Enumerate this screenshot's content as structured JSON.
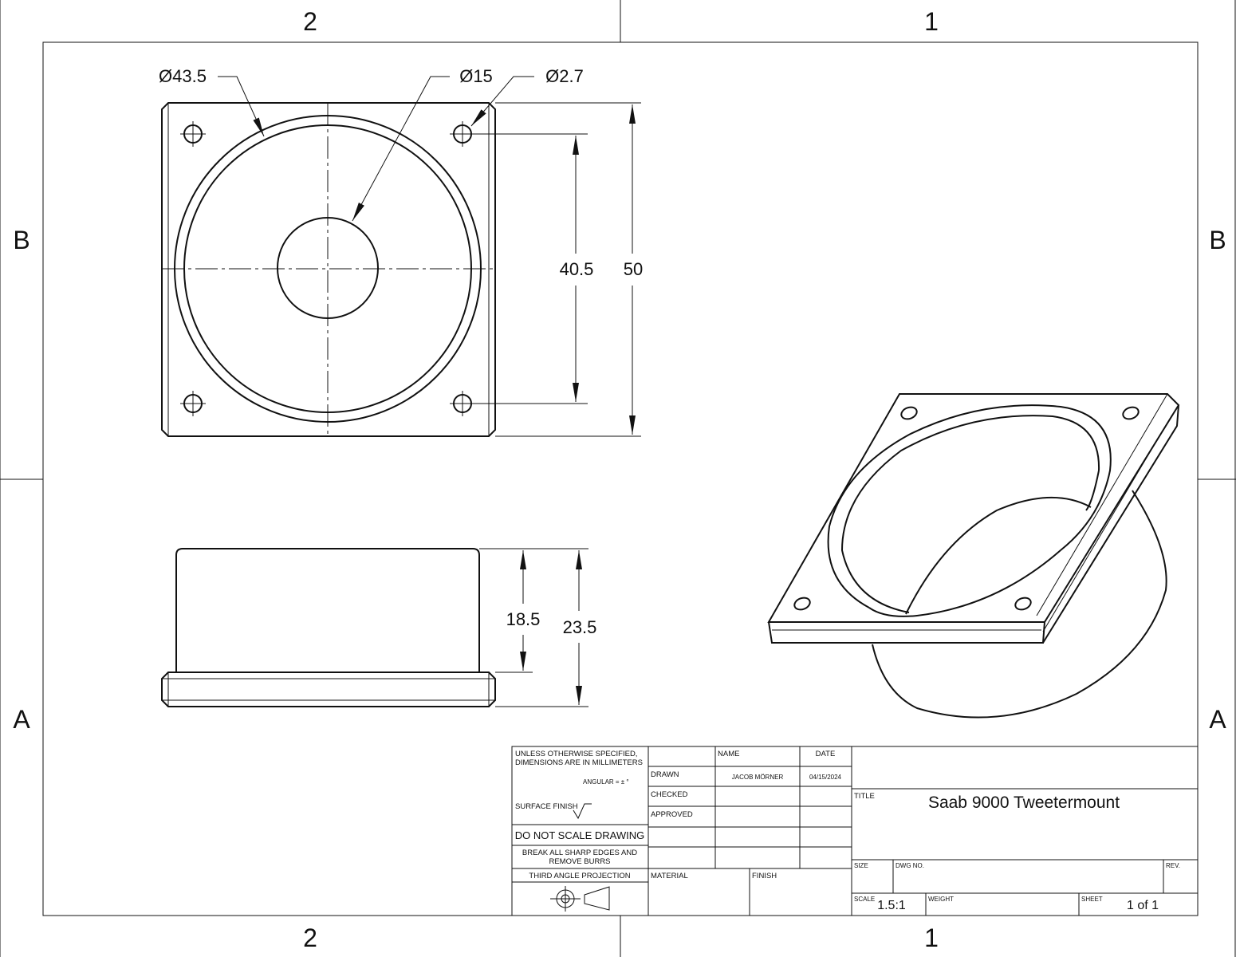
{
  "zones": {
    "top": [
      "2",
      "1"
    ],
    "bottom": [
      "2",
      "1"
    ],
    "left": [
      "B",
      "A"
    ],
    "right": [
      "B",
      "A"
    ]
  },
  "dimensions": {
    "outer_diameter": "Ø43.5",
    "hole_diameter": "Ø15",
    "screw_diameter": "Ø2.7",
    "hole_spacing": "40.5",
    "overall_width": "50",
    "body_height": "18.5",
    "overall_height": "23.5"
  },
  "title_block": {
    "tolerance_note_1": "UNLESS OTHERWISE SPECIFIED,",
    "tolerance_note_2": "DIMENSIONS ARE IN MILLIMETERS",
    "angular": "ANGULAR = ± °",
    "surface_finish": "SURFACE FINISH",
    "do_not_scale": "DO NOT SCALE DRAWING",
    "break_edges_1": "BREAK ALL SHARP EDGES AND",
    "break_edges_2": "REMOVE BURRS",
    "projection": "THIRD ANGLE PROJECTION",
    "name_header": "NAME",
    "date_header": "DATE",
    "drawn_label": "DRAWN",
    "drawn_name": "JACOB MÖRNER",
    "drawn_date": "04/15/2024",
    "checked_label": "CHECKED",
    "approved_label": "APPROVED",
    "material_label": "MATERIAL",
    "finish_label": "FINISH",
    "title_label": "TITLE",
    "title": "Saab 9000 Tweetermount",
    "size_label": "SIZE",
    "dwg_no_label": "DWG NO.",
    "rev_label": "REV.",
    "scale_label": "SCALE",
    "scale": "1.5:1",
    "weight_label": "WEIGHT",
    "sheet_label": "SHEET",
    "sheet": "1 of 1"
  }
}
